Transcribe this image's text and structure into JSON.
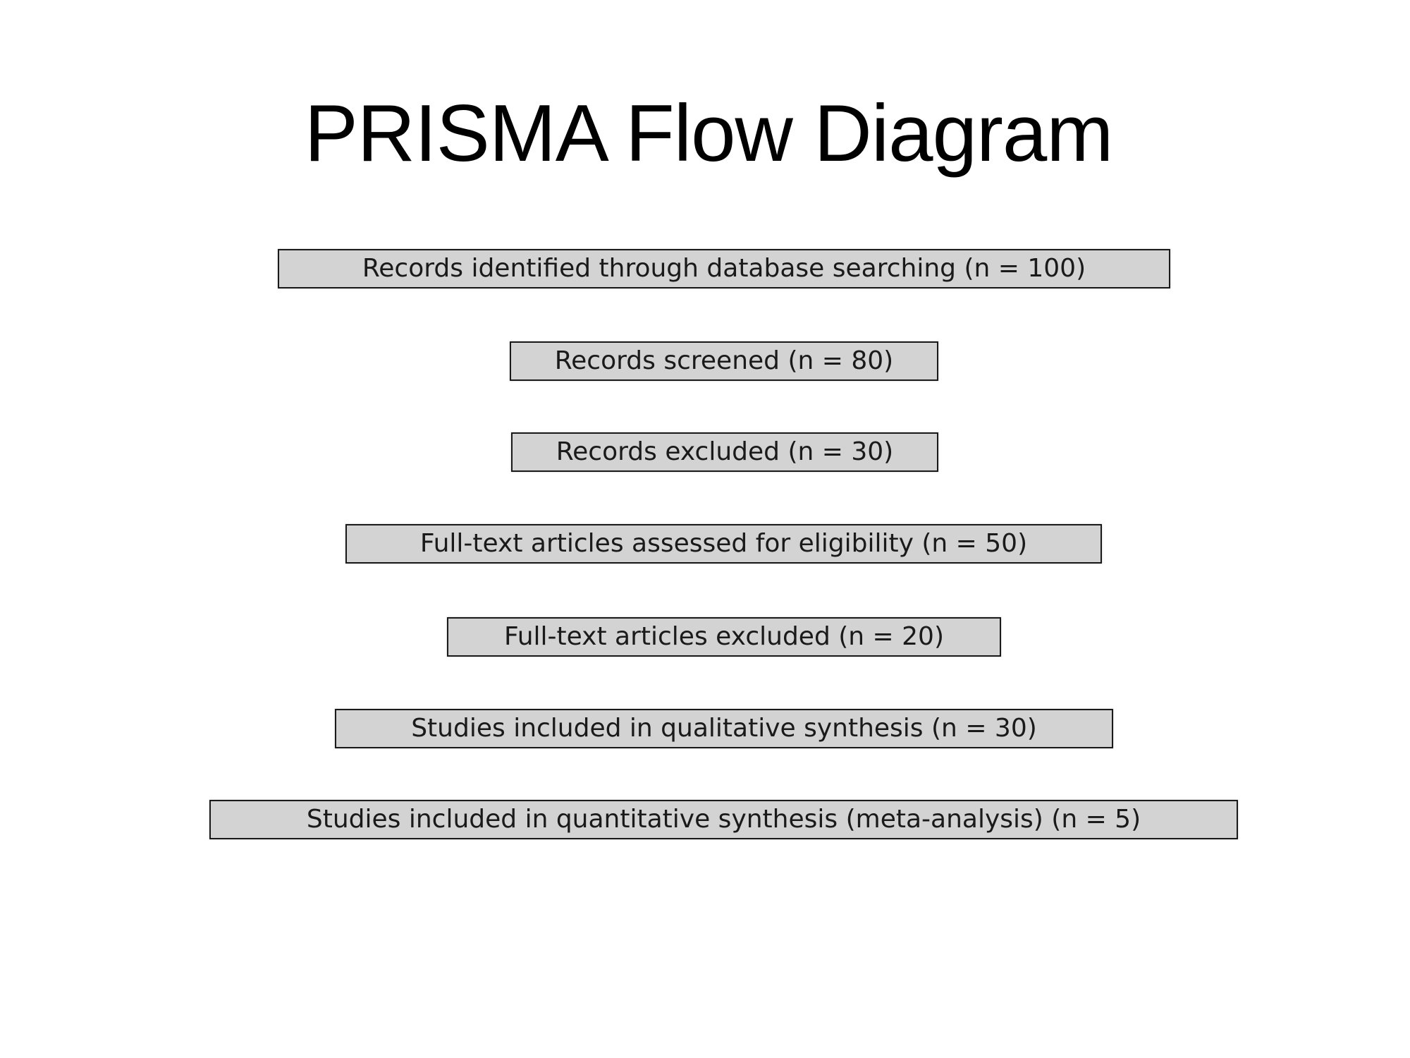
{
  "title": "PRISMA Flow Diagram",
  "boxes": [
    {
      "label": "Records identified through database searching (n = 100)"
    },
    {
      "label": "Records screened (n = 80)"
    },
    {
      "label": "Records excluded (n = 30)"
    },
    {
      "label": "Full-text articles assessed for eligibility (n = 50)"
    },
    {
      "label": "Full-text articles excluded (n = 20)"
    },
    {
      "label": "Studies included in qualitative synthesis (n = 30)"
    },
    {
      "label": "Studies included in quantitative synthesis (meta-analysis) (n = 5)"
    }
  ],
  "colors": {
    "box_fill": "#d3d3d3",
    "box_border": "#1a1a1a",
    "title": "#000000",
    "background": "#ffffff"
  }
}
